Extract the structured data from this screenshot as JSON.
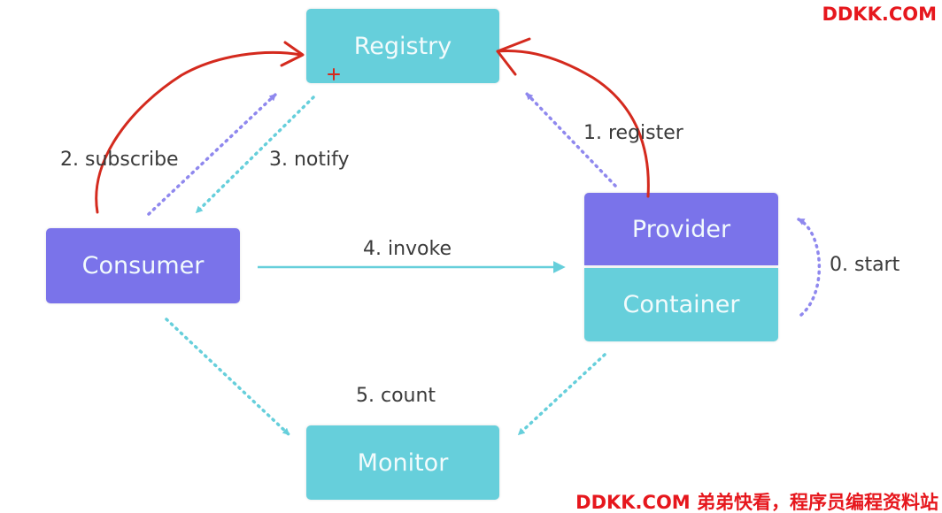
{
  "nodes": {
    "registry": "Registry",
    "consumer": "Consumer",
    "provider": "Provider",
    "container": "Container",
    "monitor": "Monitor"
  },
  "edges": {
    "start": "0. start",
    "register": "1. register",
    "subscribe": "2. subscribe",
    "notify": "3. notify",
    "invoke": "4. invoke",
    "count": "5. count"
  },
  "watermarks": {
    "top": "DDKK.COM",
    "bottom": "DDKK.COM 弟弟快看，程序员编程资料站"
  },
  "colors": {
    "teal": "#66cfdb",
    "purple": "#7a73ea",
    "annotation_red": "#d42a1e",
    "watermark_red": "#e6171d"
  }
}
